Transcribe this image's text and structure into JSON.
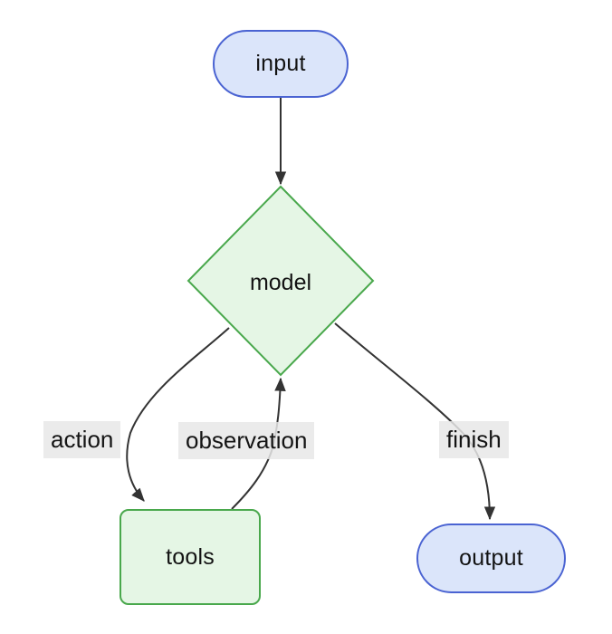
{
  "diagram": {
    "type": "flowchart",
    "background": "#ffffff",
    "nodes": {
      "input": {
        "label": "input",
        "shape": "stadium",
        "fill": "#dbe5fa",
        "border": "#4a63d2",
        "text_color": "#131313"
      },
      "model": {
        "label": "model",
        "shape": "diamond",
        "fill": "#e5f6e5",
        "border": "#49a84c",
        "text_color": "#131313"
      },
      "tools": {
        "label": "tools",
        "shape": "rounded-rectangle",
        "fill": "#e5f6e5",
        "border": "#49a84c",
        "text_color": "#131313"
      },
      "output": {
        "label": "output",
        "shape": "stadium",
        "fill": "#dbe5fa",
        "border": "#4a63d2",
        "text_color": "#131313"
      }
    },
    "edges": [
      {
        "from": "input",
        "to": "model",
        "label": ""
      },
      {
        "from": "model",
        "to": "tools",
        "label": "action"
      },
      {
        "from": "tools",
        "to": "model",
        "label": "observation"
      },
      {
        "from": "model",
        "to": "output",
        "label": "finish"
      }
    ],
    "edge_style": {
      "color": "#333333",
      "label_bg": "rgba(232,232,232,0.85)",
      "label_text": "#141414"
    }
  }
}
